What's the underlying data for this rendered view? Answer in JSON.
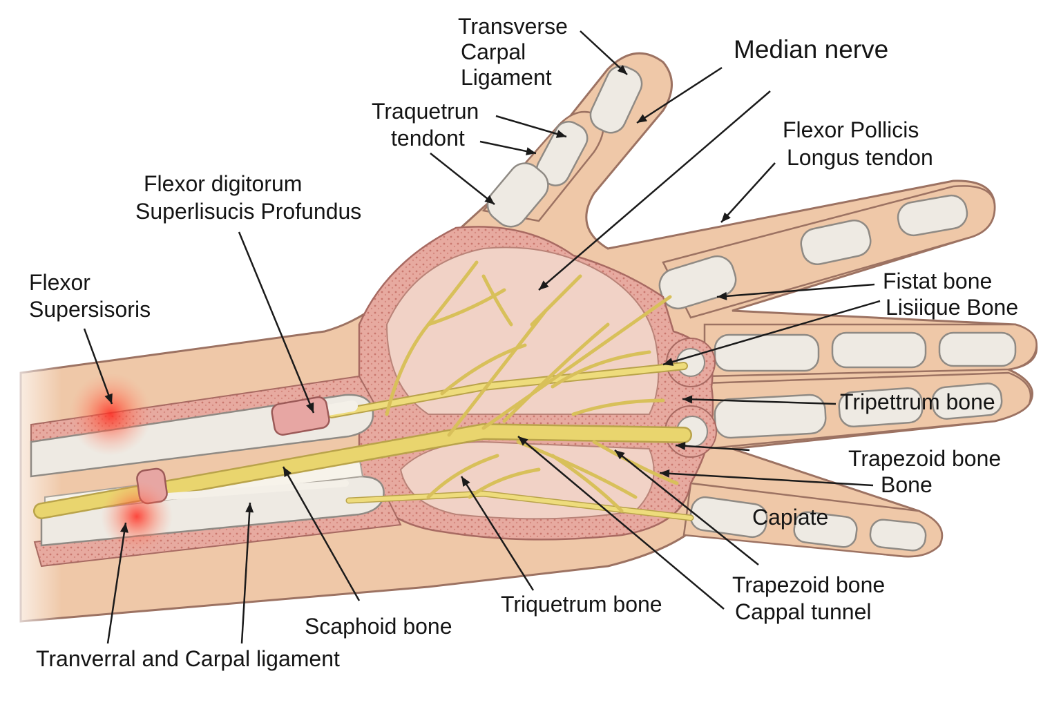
{
  "colors": {
    "skin": "#efc8a8",
    "skin_outline": "#9c7262",
    "tissue": "#e9b0a4",
    "palm_inner": "#f1d2c6",
    "bone": "#eeeae3",
    "bone_outline": "#8f8a84",
    "nerve": "#e9d56e",
    "nerve_outline": "#b9a34a",
    "inflammation": "#ff3b30",
    "leader": "#1a1a1a"
  },
  "labels": [
    {
      "id": "transverse-carpal-ligament",
      "lines": [
        "Transverse",
        "Carpal",
        "Ligament"
      ]
    },
    {
      "id": "median-nerve",
      "lines": [
        "Median nerve"
      ]
    },
    {
      "id": "traquetrun-tendont",
      "lines": [
        "Traquetrun",
        "tendont"
      ]
    },
    {
      "id": "flexor-pollicis-longus-tendon",
      "lines": [
        "Flexor Pollicis",
        "Longus tendon"
      ]
    },
    {
      "id": "flexor-digitorum-superlisucis-profundus",
      "lines": [
        "Flexor digitorum",
        "Superlisucis Profundus"
      ]
    },
    {
      "id": "flexor-supersisoris",
      "lines": [
        "Flexor",
        "Supersisoris"
      ]
    },
    {
      "id": "fistat-bone",
      "lines": [
        "Fistat bone"
      ]
    },
    {
      "id": "lisiique-bone",
      "lines": [
        "Lisiique Bone"
      ]
    },
    {
      "id": "tripettrum-bone",
      "lines": [
        "Tripettrum bone"
      ]
    },
    {
      "id": "trapezoid-bone-top",
      "lines": [
        "Trapezoid bone"
      ]
    },
    {
      "id": "bone",
      "lines": [
        "Bone"
      ]
    },
    {
      "id": "capiate",
      "lines": [
        "Capiate"
      ]
    },
    {
      "id": "trapezoid-bone-cappal-tunnel",
      "lines": [
        "Trapezoid bone",
        "Cappal tunnel"
      ]
    },
    {
      "id": "triquetrum-bone",
      "lines": [
        "Triquetrum bone"
      ]
    },
    {
      "id": "scaphoid-bone",
      "lines": [
        "Scaphoid bone"
      ]
    },
    {
      "id": "tranverral-and-carpal-ligament",
      "lines": [
        "Tranverral and Carpal ligament"
      ]
    }
  ]
}
